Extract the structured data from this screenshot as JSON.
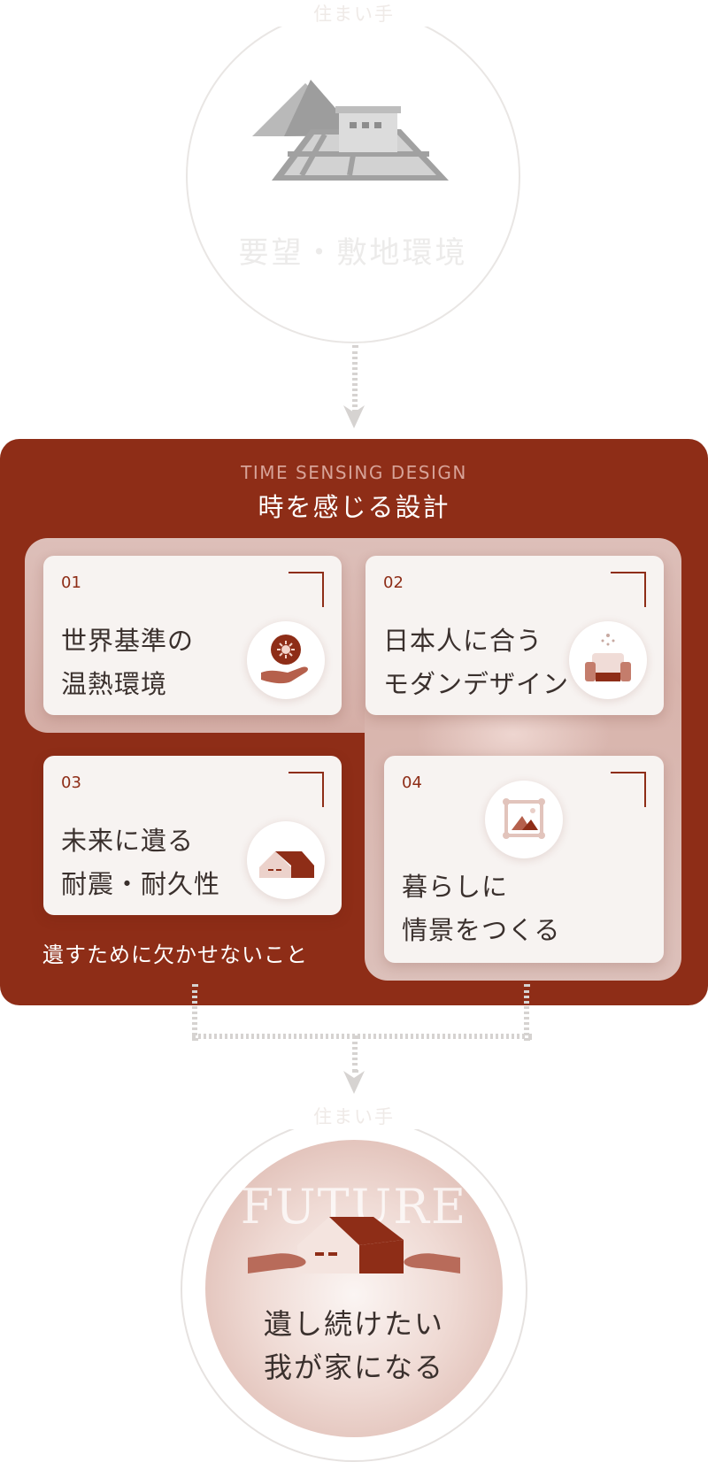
{
  "top": {
    "label": "住まい手",
    "caption": "要望・敷地環境"
  },
  "panel": {
    "subtitle": "TIME SENSING DESIGN",
    "title": "時を感じる設計",
    "footnote": "遺すために欠かせないこと",
    "color": "#8e2d17"
  },
  "cards": [
    {
      "num": "01",
      "line1": "世界基準の",
      "line2": "温熱環境",
      "icon": "sun-in-hand-icon"
    },
    {
      "num": "02",
      "line1": "日本人に合う",
      "line2": "モダンデザイン",
      "icon": "sofa-icon"
    },
    {
      "num": "03",
      "line1": "未来に遺る",
      "line2": "耐震・耐久性",
      "icon": "house-icon"
    },
    {
      "num": "04",
      "line1": "暮らしに",
      "line2": "情景をつくる",
      "icon": "picture-frame-icon"
    }
  ],
  "bottom": {
    "label": "住まい手",
    "watermark": "FUTURE",
    "line1": "遺し続けたい",
    "line2": "我が家になる",
    "icon": "hands-holding-house-icon"
  }
}
